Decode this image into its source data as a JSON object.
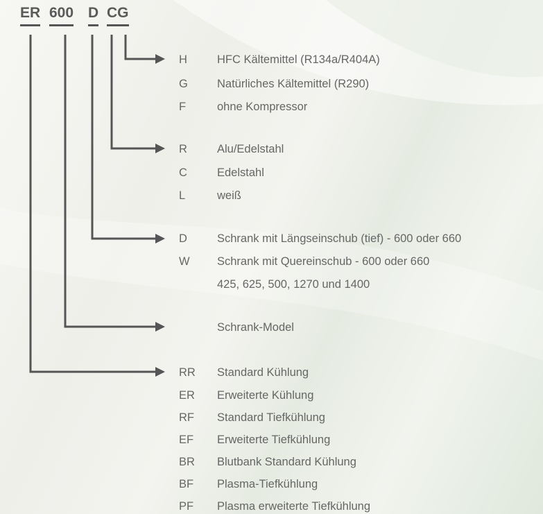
{
  "code": [
    "ER",
    "600",
    "D",
    "CG"
  ],
  "groups": {
    "refrigerant": [
      {
        "key": "H",
        "text": "HFC Kältemittel (R134a/R404A)"
      },
      {
        "key": "G",
        "text": "Natürliches Kältemittel (R290)"
      },
      {
        "key": "F",
        "text": "ohne Kompressor"
      }
    ],
    "material": [
      {
        "key": "R",
        "text": "Alu/Edelstahl"
      },
      {
        "key": "C",
        "text": "Edelstahl"
      },
      {
        "key": "L",
        "text": "weiß"
      }
    ],
    "cabinet": [
      {
        "key": "D",
        "text": "Schrank mit Längseinschub (tief) - 600 oder 660"
      },
      {
        "key": "W",
        "text": "Schrank mit Quereinschub - 600 oder 660"
      },
      {
        "key": "",
        "text": "425, 625, 500, 1270 und 1400"
      }
    ],
    "model": [
      {
        "key": "",
        "text": "Schrank-Model"
      }
    ],
    "cooling": [
      {
        "key": "RR",
        "text": "Standard Kühlung"
      },
      {
        "key": "ER",
        "text": "Erweiterte Kühlung"
      },
      {
        "key": "RF",
        "text": "Standard Tiefkühlung"
      },
      {
        "key": "EF",
        "text": "Erweiterte Tiefkühlung"
      },
      {
        "key": "BR",
        "text": "Blutbank Standard Kühlung"
      },
      {
        "key": "BF",
        "text": "Plasma-Tiefkühlung"
      },
      {
        "key": "PF",
        "text": "Plasma erweiterte Tiefkühlung"
      }
    ]
  },
  "colors": {
    "line": "#555555",
    "text": "#666666",
    "code": "#5a5a5a"
  }
}
